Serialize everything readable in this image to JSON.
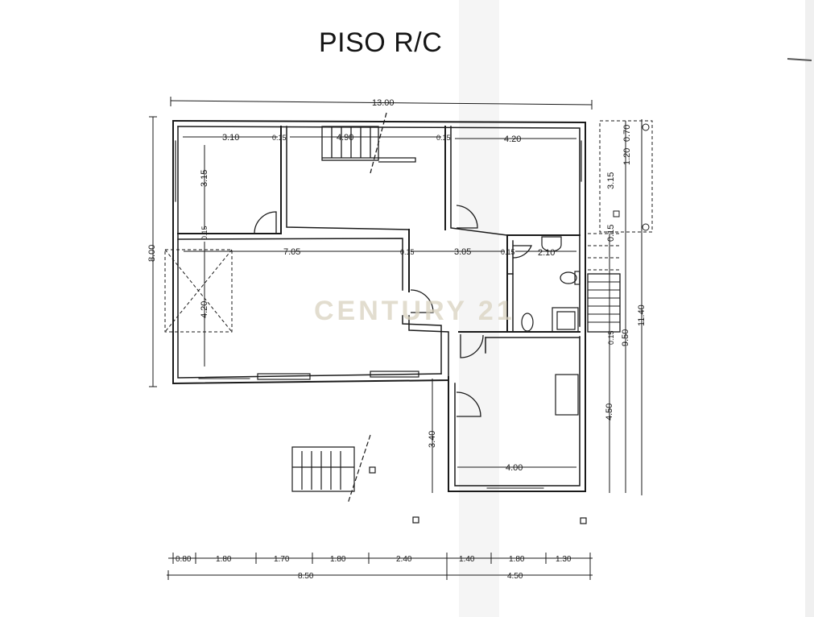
{
  "title": "PISO R/C",
  "watermark": "CENTURY 21",
  "colors": {
    "ink": "#1a1a1a",
    "paper": "#ffffff",
    "fold": "#f4f4f4",
    "watermark": "#d8d2bf"
  },
  "dimensions": {
    "overall_width": "13.00",
    "overall_depth": "8.00",
    "right_total": "11.40",
    "right_mid": "9.50",
    "right_lower": "4.50",
    "right_upper": "3.15",
    "right_top": "1.20",
    "right_top2": "0.70",
    "right_small": "0.15",
    "room_top_left_width": "3.10",
    "room_top_left_depth": "3.15",
    "room_top_mid_width": "4.90",
    "room_top_right_width": "4.20",
    "living_width": "7.05",
    "living_depth": "4.20",
    "hall_width": "3.05",
    "bath_width": "2.10",
    "wall_a": "0.15",
    "wall_b": "0.15",
    "wall_c": "0.15",
    "wall_d": "0.15",
    "wall_e": "0.15",
    "wall_f": "0.15",
    "kitchen_width": "4.00",
    "kitchen_depth": "3.40",
    "bottom_segments": [
      "0.80",
      "1.80",
      "1.70",
      "1.80",
      "2.40",
      "1.40",
      "1.80",
      "1.30"
    ],
    "bottom_totals": [
      "8.50",
      "4.50"
    ]
  }
}
